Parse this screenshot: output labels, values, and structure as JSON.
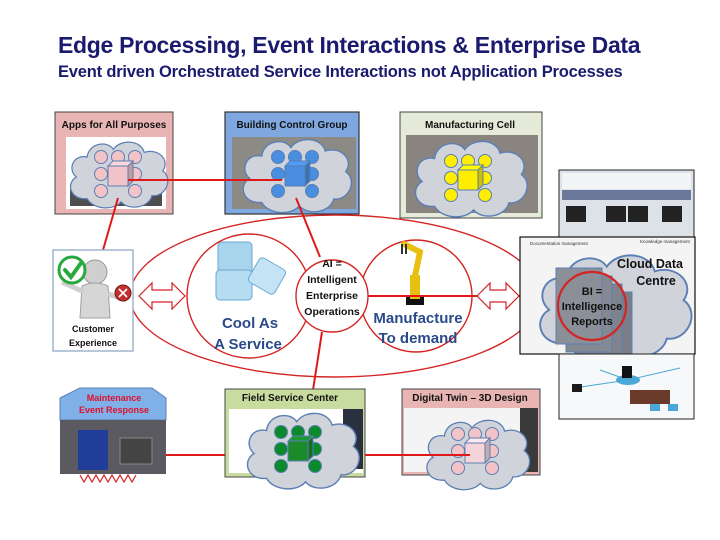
{
  "header": {
    "title": "Edge Processing, Event Interactions & Enterprise Data",
    "subtitle": "Event driven Orchestrated Service Interactions not Application Processes"
  },
  "colors": {
    "title": "#1a1a6e",
    "connector": "#e01818",
    "ring": "#d42424",
    "pink_panel": "#e8b4b4",
    "blue_panel": "#7fa8e0",
    "green_panel": "#c8dca0",
    "beige_panel": "#e6ead8",
    "cloud": "#d0d4da",
    "navy_text": "#2a4a8a"
  },
  "groups": [
    {
      "id": "apps",
      "label": "Apps for All Purposes",
      "node_color": "#f2c4c8",
      "cube_color": "#f0c4c8"
    },
    {
      "id": "building",
      "label": "Building Control Group",
      "node_color": "#4a8ee0",
      "cube_color": "#4a8ee0"
    },
    {
      "id": "manufacturing",
      "label": "Manufacturing Cell",
      "node_color": "#ffee00",
      "cube_color": "#ffee00"
    },
    {
      "id": "field",
      "label": "Field Service Center",
      "node_color": "#0a8a2a",
      "cube_color": "#1a8a2a"
    },
    {
      "id": "twin",
      "label": "Digital Twin – 3D Design",
      "node_color": "#f2c4c8",
      "cube_color": "#f4d4d8"
    }
  ],
  "customer": {
    "label_line1": "Customer",
    "label_line2": "Experience"
  },
  "maintenance": {
    "label_line1": "Maintenance",
    "label_line2": "Event Response"
  },
  "center": {
    "cool": {
      "line1": "Cool As",
      "line2": "A Service"
    },
    "ai": {
      "line1": "AI =",
      "line2": "Intelligent",
      "line3": "Enterprise",
      "line4": "Operations"
    },
    "manufacture": {
      "line1": "Manufacture",
      "line2": "To demand"
    }
  },
  "cloud_dc": {
    "title_line1": "Cloud Data",
    "title_line2": "Centre",
    "bi_line1": "BI =",
    "bi_line2": "Intelligence",
    "bi_line3": "Reports",
    "small_labels": [
      "Documentation management",
      "Knowledge management"
    ]
  }
}
